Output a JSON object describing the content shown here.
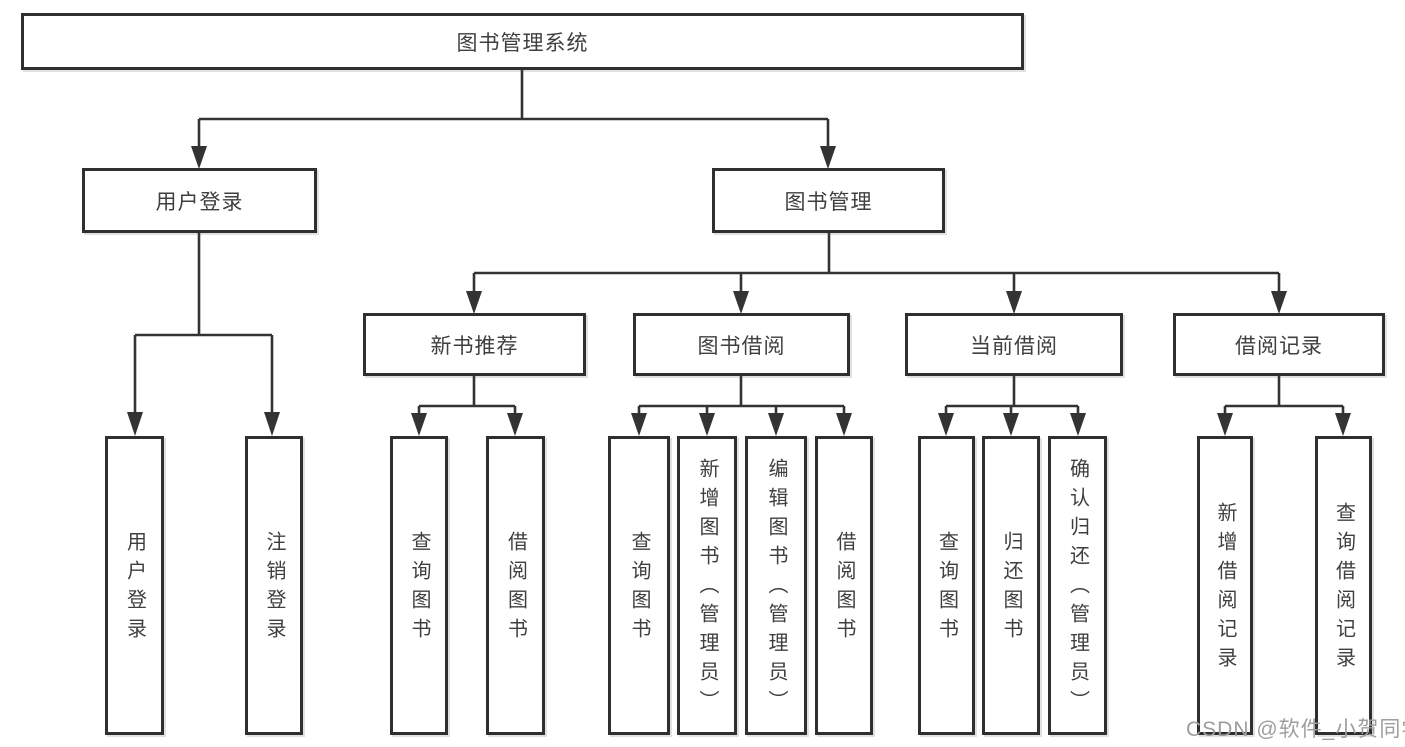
{
  "diagram": {
    "type": "hierarchy-tree",
    "orientation": "top-down"
  },
  "colors": {
    "line": "#333333",
    "box_border": "#2f2f2f",
    "text": "#3f3f3f",
    "background": "#ffffff",
    "watermark": "#9e9e9e"
  },
  "tree": {
    "root": {
      "label": "图书管理系统"
    },
    "branches": [
      {
        "label": "用户登录",
        "children": [
          {
            "label": "用户登录"
          },
          {
            "label": "注销登录"
          }
        ]
      },
      {
        "label": "图书管理",
        "children": [
          {
            "label": "新书推荐",
            "children": [
              {
                "label": "查询图书"
              },
              {
                "label": "借阅图书"
              }
            ]
          },
          {
            "label": "图书借阅",
            "children": [
              {
                "label": "查询图书"
              },
              {
                "label": "新增图书（管理员）"
              },
              {
                "label": "编辑图书（管理员）"
              },
              {
                "label": "借阅图书"
              }
            ]
          },
          {
            "label": "当前借阅",
            "children": [
              {
                "label": "查询图书"
              },
              {
                "label": "归还图书"
              },
              {
                "label": "确认归还（管理员）"
              }
            ]
          },
          {
            "label": "借阅记录",
            "children": [
              {
                "label": "新增借阅记录"
              },
              {
                "label": "查询借阅记录"
              }
            ]
          }
        ]
      }
    ]
  },
  "watermark": "CSDN @软件_小贺同学"
}
